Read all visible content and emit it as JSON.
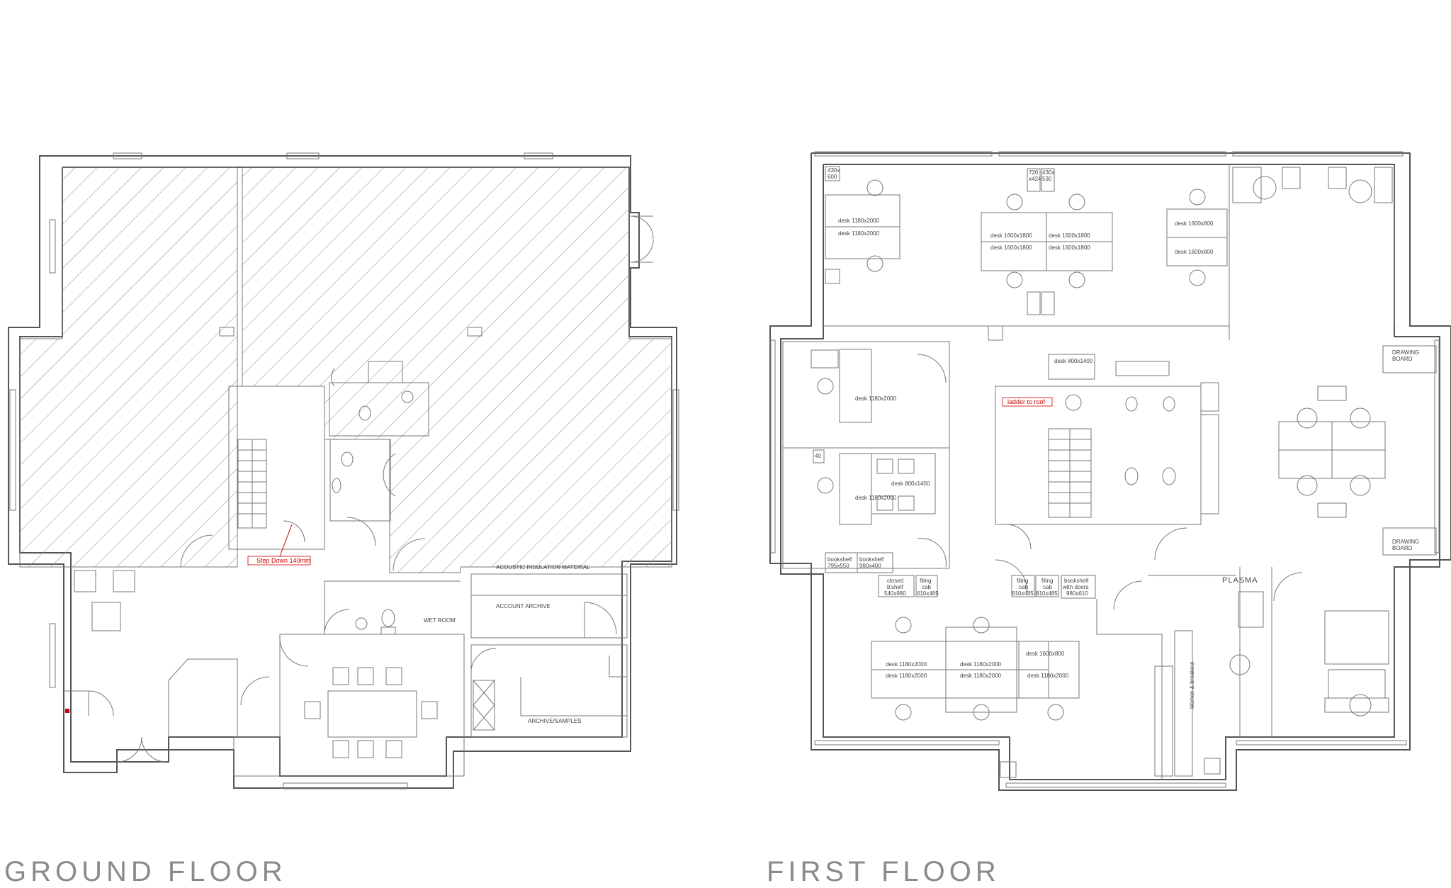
{
  "titles": {
    "ground": "GROUND FLOOR",
    "first": "FIRST FLOOR"
  },
  "ground_floor": {
    "step_down": "Step Down 140mm",
    "acoustic": "ACOUSTIC INSULATION MATERIAL",
    "account_archive": "ACCOUNT ARCHIVE",
    "wet_room": "WET ROOM",
    "archive_samples": "ARCHIVE/SAMPLES"
  },
  "first_floor": {
    "ladder": "ladder to roof",
    "plasma": "PLASMA",
    "kitchen": "kitchen & breakout",
    "drawing_board_1": [
      "DRAWING",
      "BOARD"
    ],
    "drawing_board_2": [
      "DRAWING",
      "BOARD"
    ],
    "desk_top_left_a": "desk 1180x2000",
    "desk_top_left_b": "desk 1180x2000",
    "desk_cluster_a": "desk 1600x1800",
    "desk_cluster_b": "desk 1600x1800",
    "desk_cluster_c": "desk 1600x1800",
    "desk_cluster_d": "desk 1600x1800",
    "desk_right_a": "desk 1600x800",
    "desk_right_b": "desk 1600x800",
    "desk_center": "desk 800x1400",
    "desk_office_1": "desk 1180x2000",
    "desk_office_2": "desk 1180x2000",
    "desk_office_2b": "desk 800x1400",
    "desk_bottom_a": "desk 1180x2000",
    "desk_bottom_b": "desk 1180x2000",
    "desk_bottom_c": "desk 1600x800",
    "desk_bottom_a2": "desk 1180x2000",
    "desk_bottom_b2": "desk 1180x2000",
    "desk_bottom_c2": "desk 1180x2000",
    "bookshelf_1": [
      "bookshelf",
      "795x550"
    ],
    "bookshelf_2": [
      "bookshelf",
      "980x400"
    ],
    "closed_shelf": [
      "closed",
      "b'shelf",
      "540x980"
    ],
    "filing_1": [
      "filing",
      "cab",
      "610x485"
    ],
    "filing_2": [
      "filing",
      "cab",
      "810x485"
    ],
    "filing_3": [
      "filing",
      "cab",
      "810x485"
    ],
    "bookshelf_doors": [
      "bookshelf",
      "with doors",
      "980x610"
    ],
    "small_430": [
      "430x",
      "600"
    ],
    "cab_720": [
      "720",
      "x424"
    ],
    "cab_430": [
      "430x",
      "530"
    ],
    "tag_40": "40"
  }
}
